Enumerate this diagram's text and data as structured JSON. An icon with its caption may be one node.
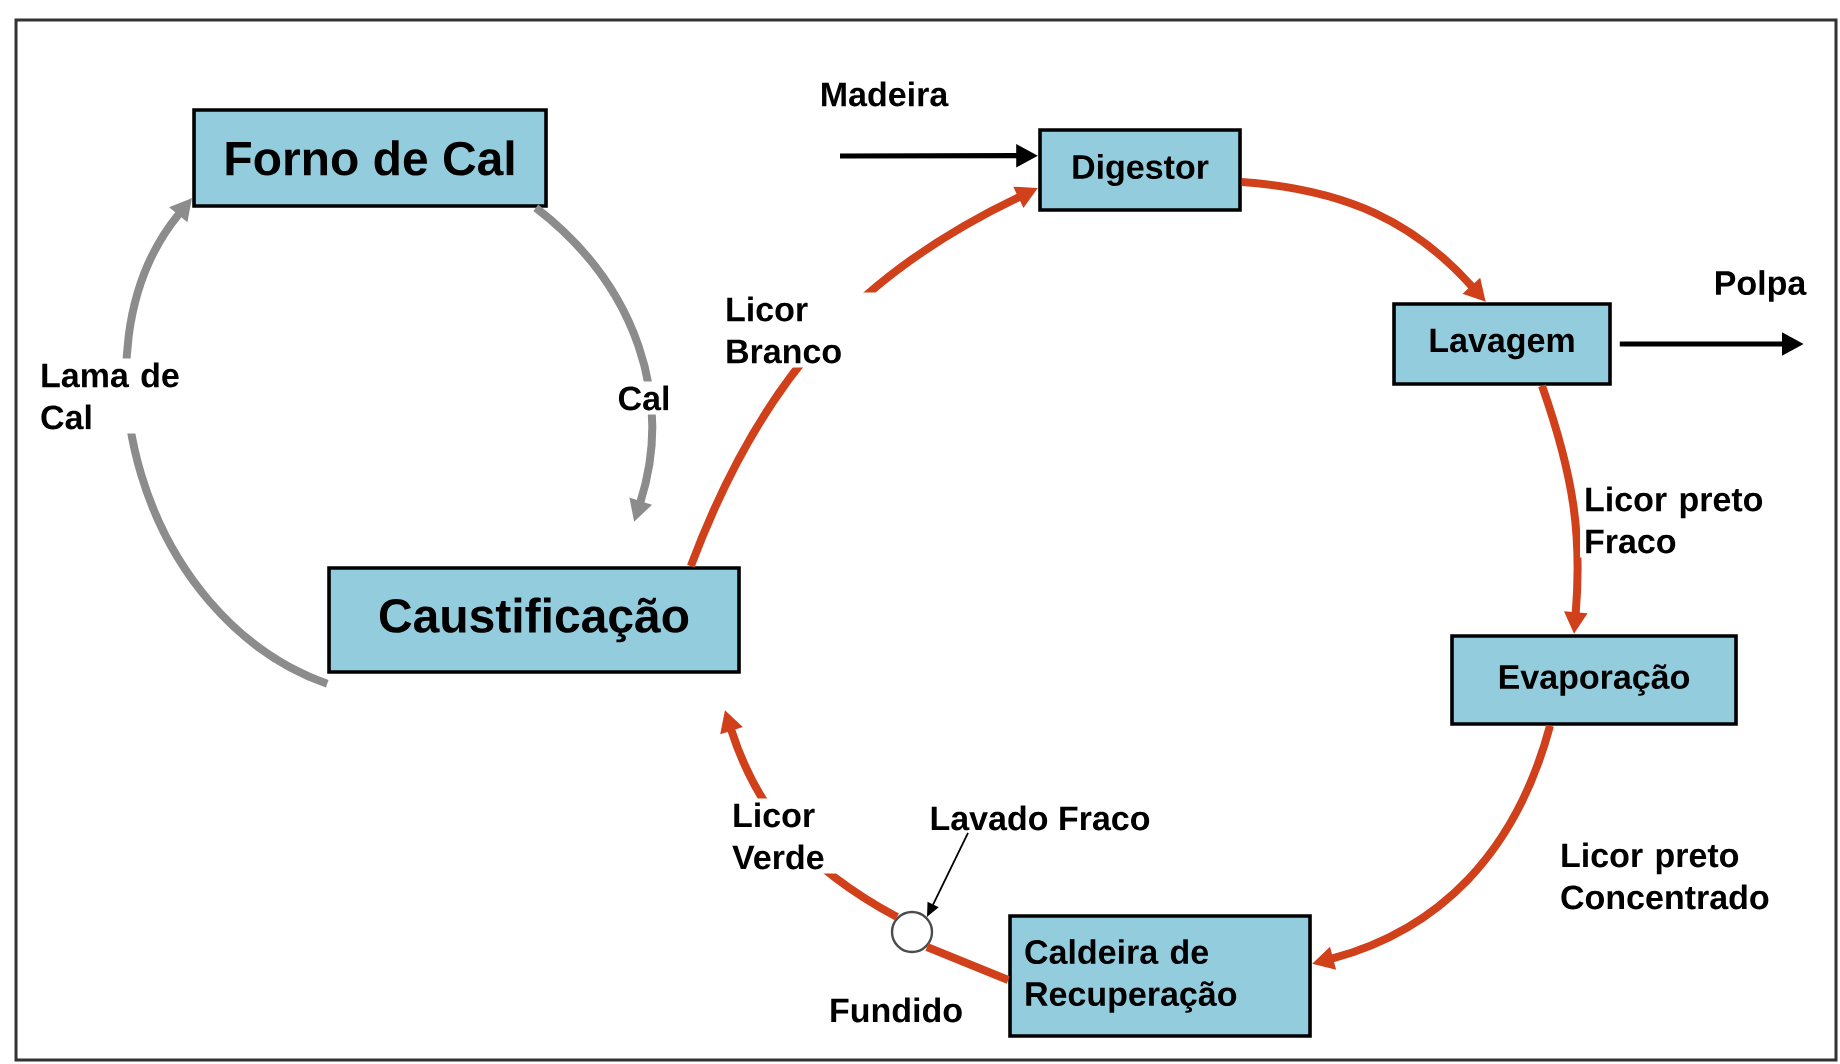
{
  "diagram": {
    "nodes": [
      {
        "text": [
          "Forno de Cal"
        ]
      },
      {
        "text": [
          "Digestor"
        ]
      },
      {
        "text": [
          "Lavagem"
        ]
      },
      {
        "text": [
          "Evaporação"
        ]
      },
      {
        "text": [
          "Caldeira de Recuperação"
        ]
      },
      {
        "text": [
          "Caustificação"
        ]
      },
      {
        "text": [],
        "shape": "circle"
      },
      {
        "text": [
          "Lavado Fraco"
        ]
      }
    ],
    "edges": [
      {
        "from": null,
        "to": 1,
        "arrow": "to",
        "label": "Madeira",
        "color": "#000000"
      },
      {
        "from": 5,
        "to": 1,
        "arrow": "to",
        "label": "Licor Branco"
      },
      {
        "from": 1,
        "to": 2,
        "arrow": "to"
      },
      {
        "from": 2,
        "to": null,
        "arrow": "to",
        "label": "Polpa",
        "color": "#000000"
      },
      {
        "from": 2,
        "to": 3,
        "arrow": "to",
        "label": "Licor preto Fraco"
      },
      {
        "from": 3,
        "to": 4,
        "arrow": "to",
        "label": "Licor preto Concentrado"
      },
      {
        "from": 4,
        "to": 6,
        "arrow": "none",
        "label": "Fundido"
      },
      {
        "from": 6,
        "to": 5,
        "arrow": "to",
        "label": "Licor Verde"
      },
      {
        "from": 7,
        "to": 6,
        "arrow": "to",
        "color": "#000000"
      },
      {
        "from": 5,
        "to": 0,
        "arrow": "to",
        "label": "Lama de Cal",
        "color": "#8c8c8c"
      },
      {
        "from": 0,
        "to": 5,
        "arrow": "to",
        "label": "Cal",
        "color": "#8c8c8c"
      }
    ]
  }
}
